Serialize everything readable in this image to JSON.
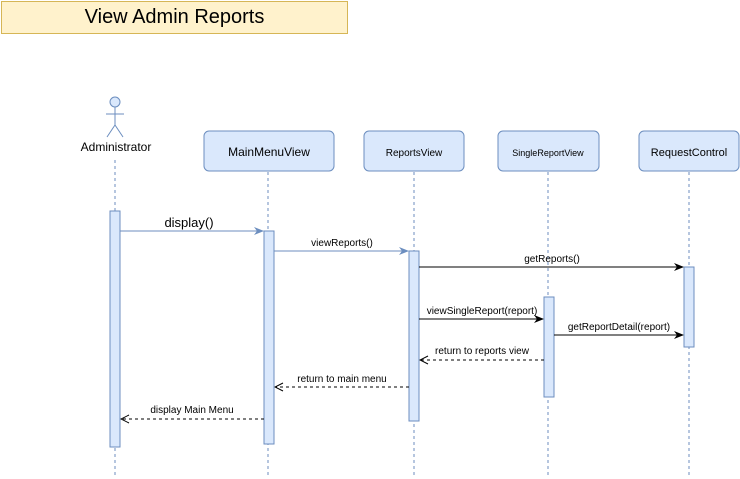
{
  "title": "View Admin Reports",
  "colors": {
    "title_fill": "#fff2cc",
    "title_stroke": "#d6b656",
    "box_fill": "#dae8fc",
    "box_stroke": "#6c8ebf",
    "message_blue": "#6c8ebf",
    "message_black": "#000000"
  },
  "actor": {
    "name": "Administrator",
    "icon": "stick-figure-icon"
  },
  "participants": [
    {
      "id": "mainmenu",
      "label": "MainMenuView"
    },
    {
      "id": "reports",
      "label": "ReportsView"
    },
    {
      "id": "single",
      "label": "SingleReportView"
    },
    {
      "id": "request",
      "label": "RequestControl"
    }
  ],
  "messages": [
    {
      "label": "display()",
      "from": "Administrator",
      "to": "MainMenuView",
      "kind": "sync"
    },
    {
      "label": "viewReports()",
      "from": "MainMenuView",
      "to": "ReportsView",
      "kind": "sync"
    },
    {
      "label": "getReports()",
      "from": "ReportsView",
      "to": "RequestControl",
      "kind": "sync"
    },
    {
      "label": "viewSingleReport(report)",
      "from": "ReportsView",
      "to": "SingleReportView",
      "kind": "sync"
    },
    {
      "label": "getReportDetail(report)",
      "from": "SingleReportView",
      "to": "RequestControl",
      "kind": "sync"
    },
    {
      "label": "return to reports view",
      "from": "SingleReportView",
      "to": "ReportsView",
      "kind": "return"
    },
    {
      "label": "return to main menu",
      "from": "ReportsView",
      "to": "MainMenuView",
      "kind": "return"
    },
    {
      "label": "display Main Menu",
      "from": "MainMenuView",
      "to": "Administrator",
      "kind": "return"
    }
  ]
}
